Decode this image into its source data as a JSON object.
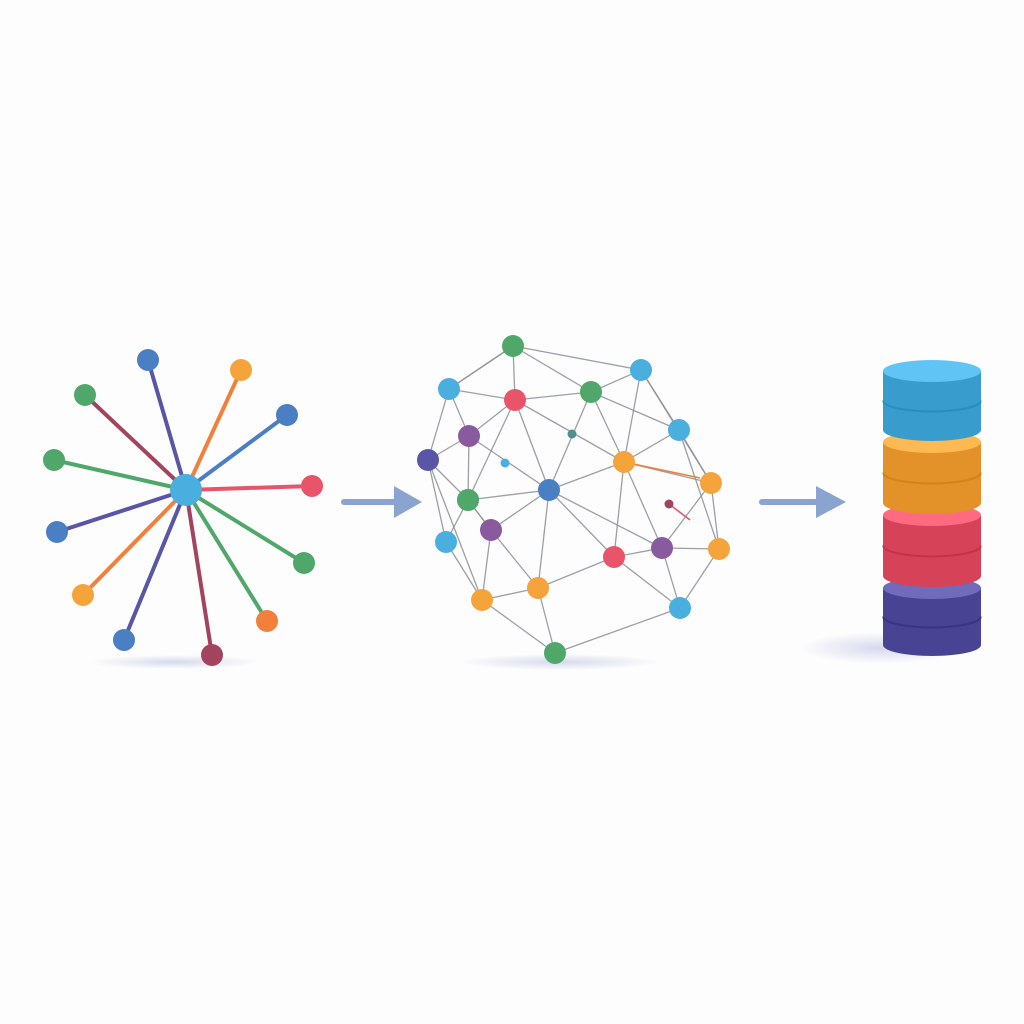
{
  "palette": {
    "background": "#fdfdfd",
    "blue": "#4a7fc4",
    "light_blue": "#4aaede",
    "green": "#4fa86a",
    "orange": "#f5a33b",
    "dark_orange": "#f0803c",
    "red": "#e8546a",
    "maroon": "#a3445e",
    "purple": "#8a5a9e",
    "indigo": "#5a55a5",
    "arrow": "#8aa3cf",
    "edge_gray": "#8a8f96"
  },
  "star_network": {
    "hub_color": "light_blue",
    "spokes": [
      {
        "color": "blue",
        "line": "indigo"
      },
      {
        "color": "orange",
        "line": "dark_orange"
      },
      {
        "color": "blue",
        "line": "blue"
      },
      {
        "color": "red",
        "line": "red"
      },
      {
        "color": "green",
        "line": "green"
      },
      {
        "color": "dark_orange",
        "line": "green"
      },
      {
        "color": "maroon",
        "line": "maroon"
      },
      {
        "color": "blue",
        "line": "indigo"
      },
      {
        "color": "orange",
        "line": "dark_orange"
      },
      {
        "color": "blue",
        "line": "indigo"
      },
      {
        "color": "green",
        "line": "green"
      },
      {
        "color": "green",
        "line": "maroon"
      }
    ]
  },
  "mesh_network": {
    "node_colors": [
      "green",
      "light_blue",
      "light_blue",
      "red",
      "green",
      "purple",
      "light_blue",
      "indigo",
      "green",
      "blue",
      "orange",
      "orange",
      "green",
      "purple",
      "light_blue",
      "red",
      "purple",
      "orange",
      "orange",
      "orange",
      "light_blue",
      "green"
    ]
  },
  "database_stack": {
    "layers": [
      "light_blue",
      "orange",
      "red",
      "indigo"
    ]
  }
}
